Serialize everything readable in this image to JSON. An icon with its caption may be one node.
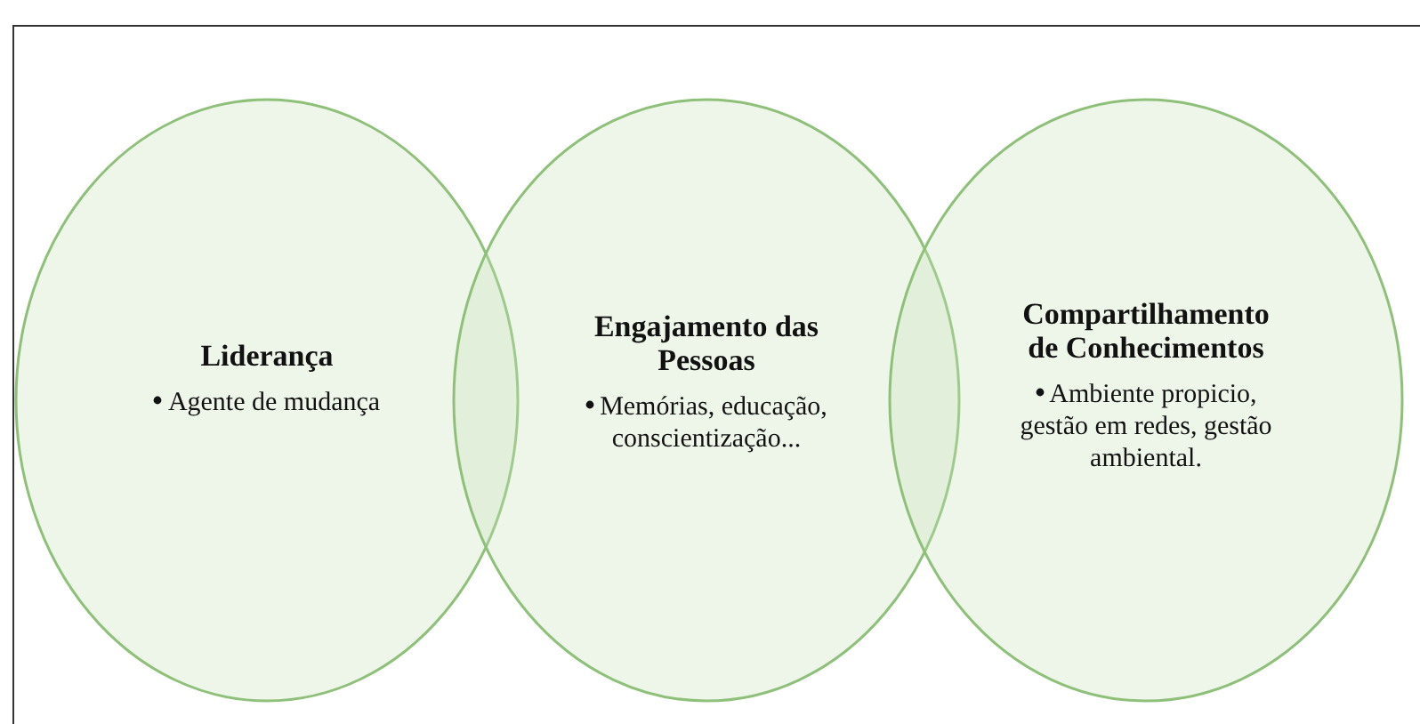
{
  "diagram": {
    "nodes": [
      {
        "text": [
          "Liderança",
          "Agente de mudança"
        ]
      },
      {
        "text": [
          "Engajamento das Pessoas",
          "Memórias, educação, conscientização..."
        ]
      },
      {
        "text": [
          "Compartilhamento de Conhecimentos",
          "Ambiente propicio, gestão em redes, gestão ambiental."
        ]
      }
    ],
    "edges": []
  }
}
